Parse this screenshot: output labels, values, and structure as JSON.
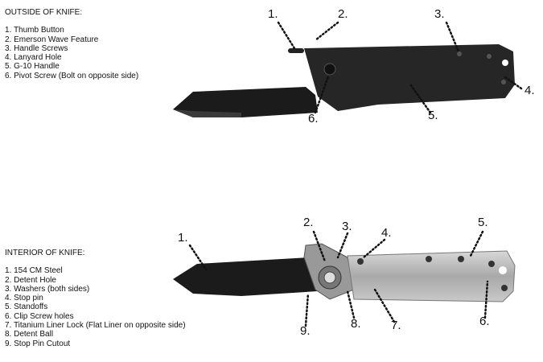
{
  "outside": {
    "title": "OUTSIDE OF KNIFE:",
    "items": [
      "1. Thumb Button",
      "2. Emerson Wave Feature",
      "3. Handle Screws",
      "4. Lanyard Hole",
      "5. G-10 Handle",
      "6. Pivot Screw (Bolt on opposite side)"
    ],
    "callouts": [
      "1.",
      "2.",
      "3.",
      "4.",
      "5.",
      "6."
    ]
  },
  "interior": {
    "title": "INTERIOR OF KNIFE:",
    "items": [
      "1. 154 CM Steel",
      "2. Detent Hole",
      "3. Washers (both sides)",
      "4. Stop pin",
      "5. Standoffs",
      "6. Clip Screw holes",
      "7. Titanium Liner Lock (Flat Liner on opposite side)",
      "8. Detent Ball",
      "9. Stop Pin Cutout"
    ],
    "callouts": [
      "1.",
      "2.",
      "3.",
      "4.",
      "5.",
      "6.",
      "7.",
      "8.",
      "9."
    ]
  }
}
